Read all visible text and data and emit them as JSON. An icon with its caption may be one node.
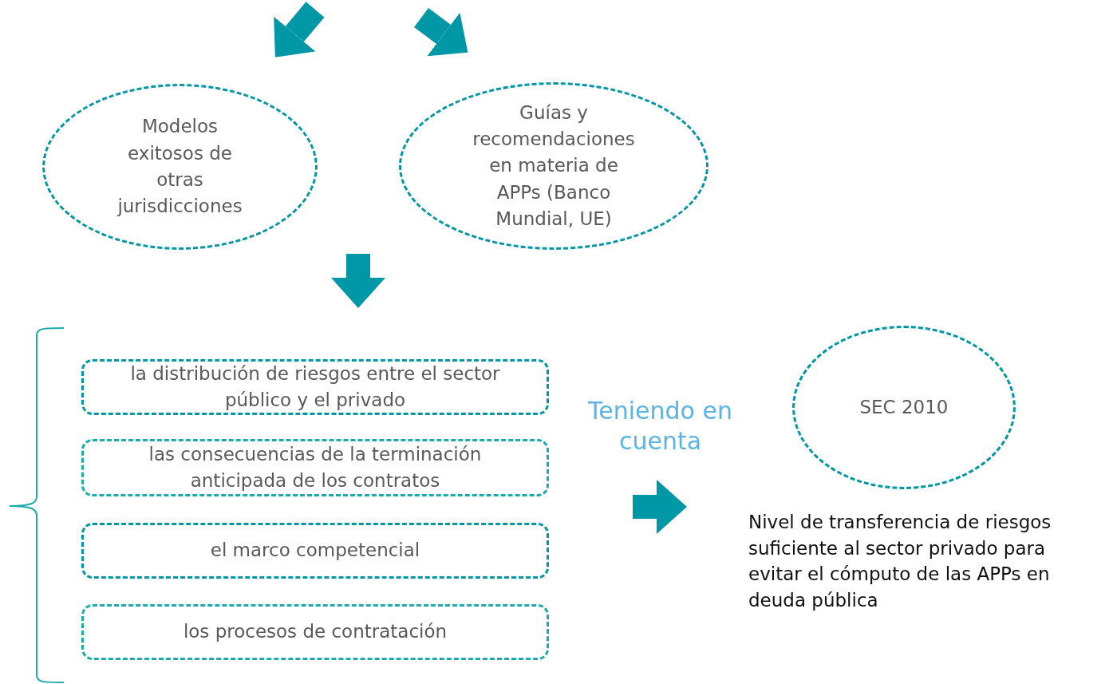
{
  "diagram": {
    "nodes": [
      {
        "text": [
          "Modelos exitosos de otras jurisdicciones"
        ]
      },
      {
        "text": [
          "Guías y recomendaciones en materia de APPs (Banco Mundial, UE)"
        ]
      },
      {
        "text": [
          "la distribución de riesgos entre el sector público y el privado"
        ]
      },
      {
        "text": [
          "las consecuencias de la terminación anticipada de los contratos"
        ]
      },
      {
        "text": [
          "el marco competencial"
        ]
      },
      {
        "text": [
          "los procesos de contratación"
        ]
      },
      {
        "text": [
          "SEC 2010"
        ],
        "beside": [
          "Nivel de transferencia de riesgos suficiente al sector privado para evitar el cómputo de las APPs en deuda pública"
        ]
      }
    ],
    "edges": [
      {
        "from": null,
        "to": 0,
        "arrow": "to"
      },
      {
        "from": null,
        "to": 1,
        "arrow": "to"
      },
      {
        "from": null,
        "to": 2,
        "arrow": "to"
      },
      {
        "from": null,
        "to": 6,
        "arrow": "to"
      }
    ],
    "labels": [
      "Teniendo en cuenta"
    ]
  }
}
